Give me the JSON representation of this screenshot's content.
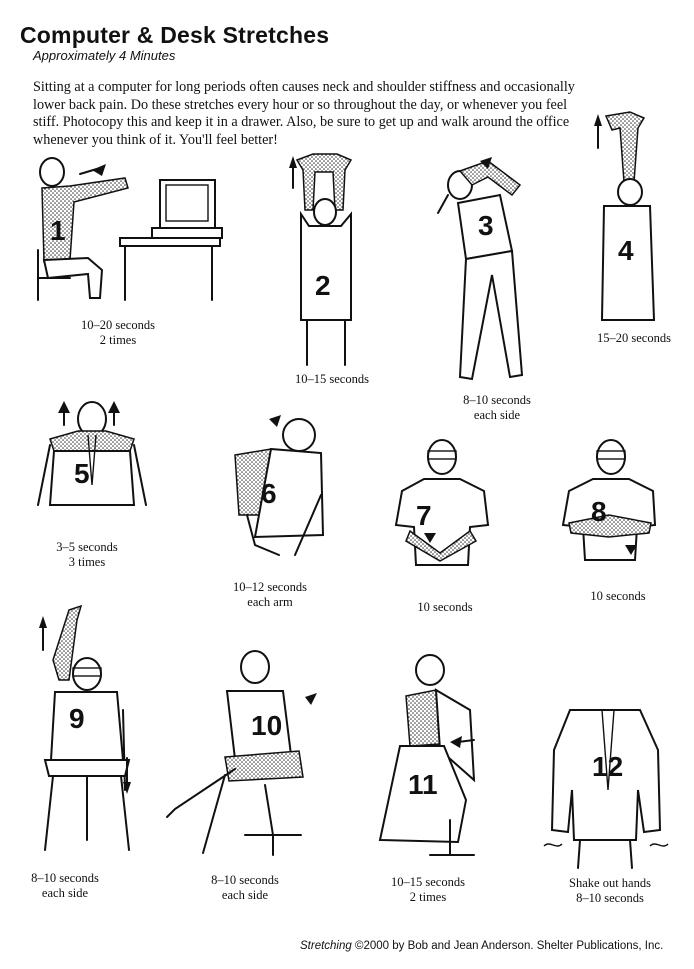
{
  "header": {
    "title": "Computer & Desk Stretches",
    "subtitle": "Approximately 4 Minutes",
    "intro": "Sitting at a computer for long periods often causes neck and shoulder stiffness and occasionally lower back pain. Do these stretches every hour or so throughout the day, or whenever you feel stiff. Photocopy this and keep it in a drawer. Also, be sure to get up and walk around the office whenever you think of it. You'll feel better!"
  },
  "stretches": [
    {
      "number": "1",
      "caption_line1": "10–20 seconds",
      "caption_line2": "2 times"
    },
    {
      "number": "2",
      "caption_line1": "10–15 seconds",
      "caption_line2": ""
    },
    {
      "number": "3",
      "caption_line1": "8–10 seconds",
      "caption_line2": "each side"
    },
    {
      "number": "4",
      "caption_line1": "15–20 seconds",
      "caption_line2": ""
    },
    {
      "number": "5",
      "caption_line1": "3–5 seconds",
      "caption_line2": "3 times"
    },
    {
      "number": "6",
      "caption_line1": "10–12 seconds",
      "caption_line2": "each arm"
    },
    {
      "number": "7",
      "caption_line1": "10 seconds",
      "caption_line2": ""
    },
    {
      "number": "8",
      "caption_line1": "10 seconds",
      "caption_line2": ""
    },
    {
      "number": "9",
      "caption_line1": "8–10 seconds",
      "caption_line2": "each side"
    },
    {
      "number": "10",
      "caption_line1": "8–10 seconds",
      "caption_line2": "each side"
    },
    {
      "number": "11",
      "caption_line1": "10–15 seconds",
      "caption_line2": "2 times"
    },
    {
      "number": "12",
      "caption_line1": "Shake out hands",
      "caption_line2": "8–10 seconds"
    }
  ],
  "footer": {
    "book": "Stretching",
    "credit": " ©2000 by Bob and Jean Anderson. Shelter Publications, Inc."
  }
}
